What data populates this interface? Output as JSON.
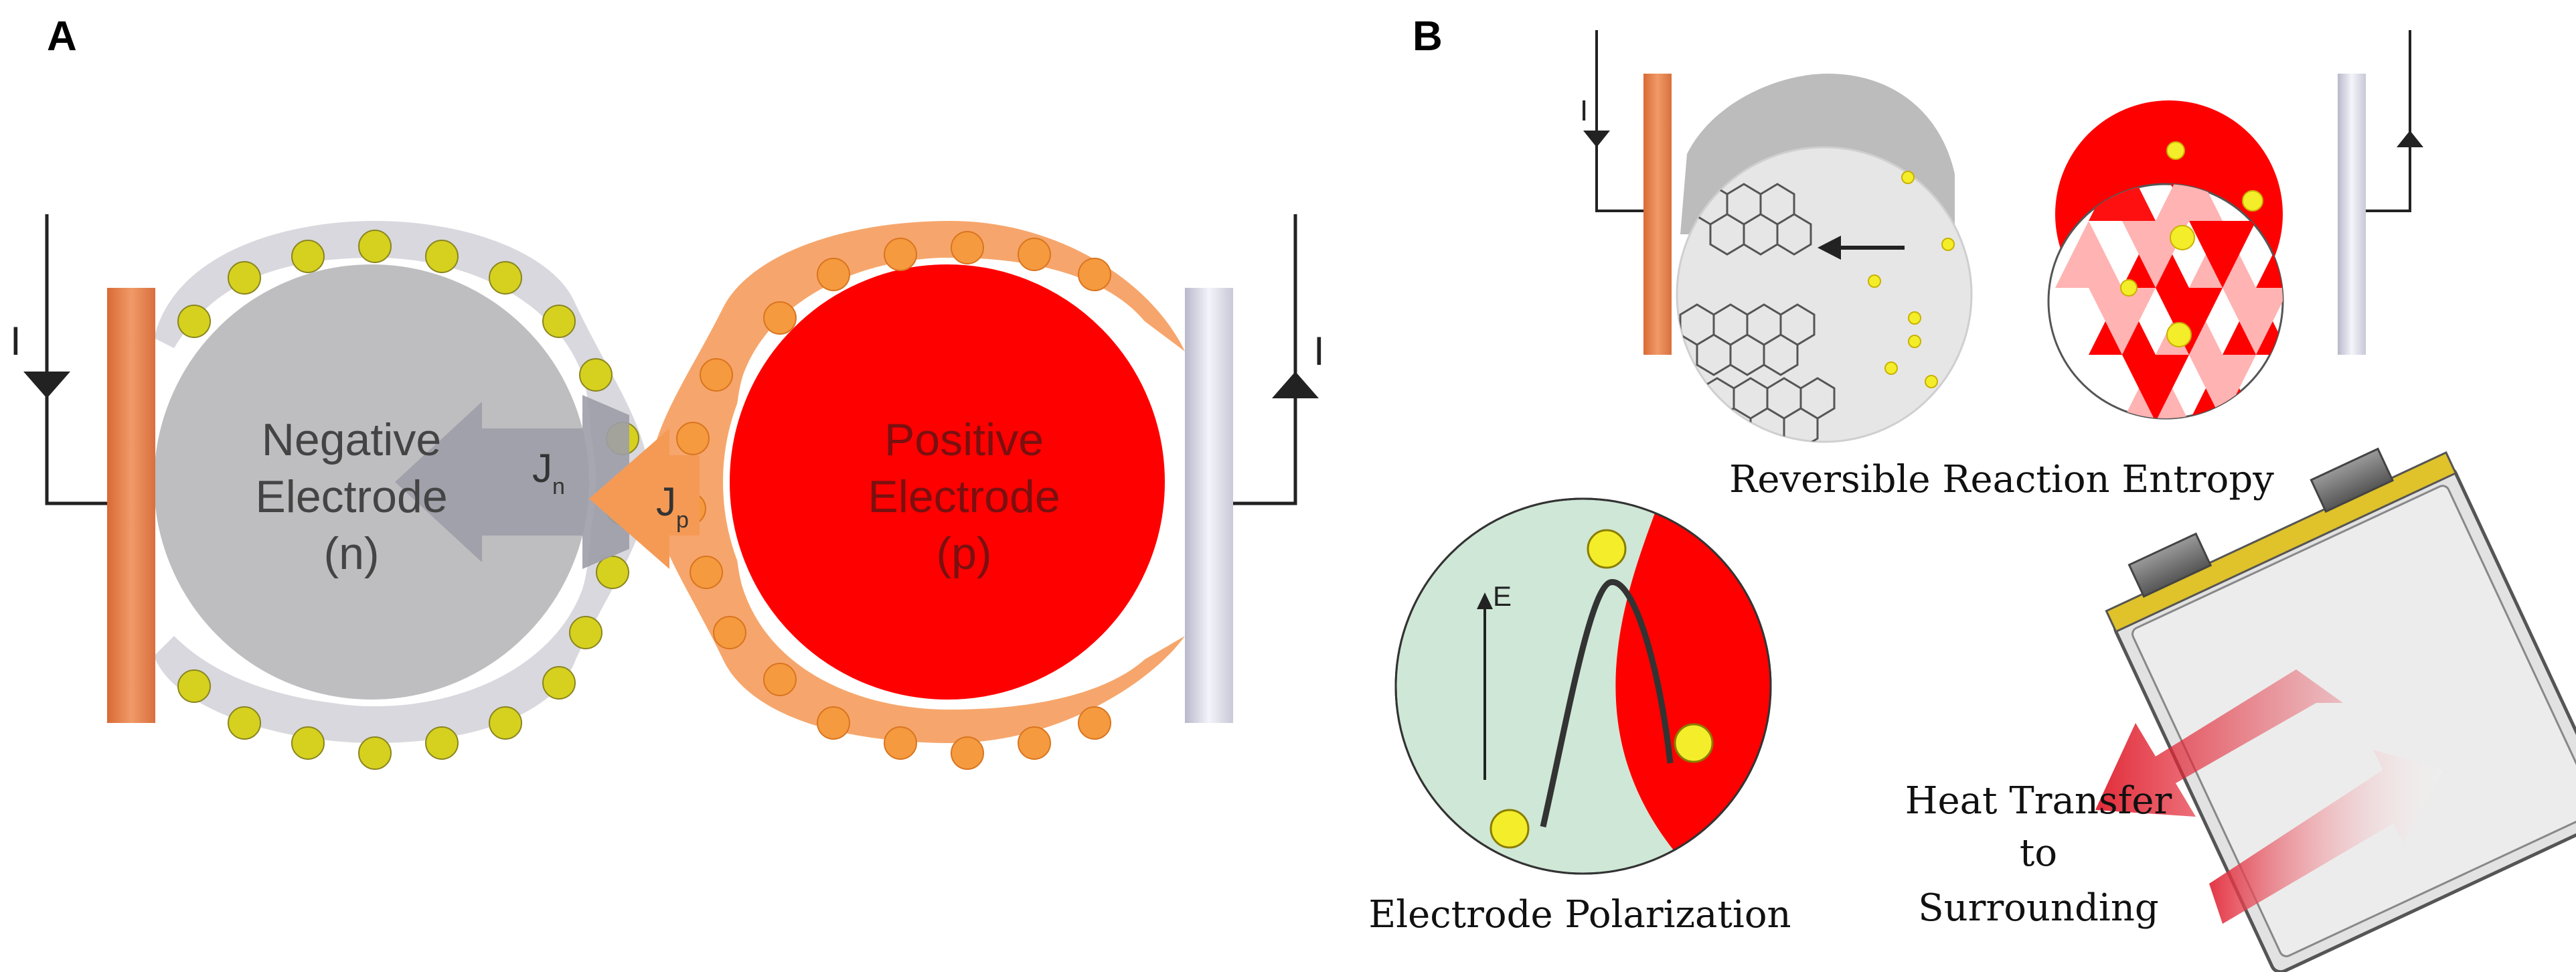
{
  "panels": {
    "a": {
      "letter": "A",
      "negative_electrode": {
        "line1": "Negative",
        "line2": "Electrode",
        "line3": "(n)"
      },
      "positive_electrode": {
        "line1": "Positive",
        "line2": "Electrode",
        "line3": "(p)"
      },
      "flux_n": {
        "symbol": "J",
        "sub": "n"
      },
      "flux_p": {
        "symbol": "J",
        "sub": "p"
      },
      "current_left": "I",
      "current_right": "I"
    },
    "b": {
      "letter": "B",
      "current_label": "I",
      "reversible_caption": "Reversible Reaction Entropy",
      "polarization_caption": "Electrode Polarization",
      "field_label": "E",
      "heat_caption": {
        "line1": "Heat Transfer",
        "line2": "to",
        "line3": "Surrounding"
      }
    }
  },
  "colors": {
    "negative_electrode": "#bebec0",
    "positive_electrode": "#ff0000",
    "particle": "#d6d11e",
    "orange_halo": "#f5a76d",
    "grey_halo": "#d9d9df",
    "copper_collector": "#e0804a",
    "aluminum_collector": "#dadae6",
    "polarization_bg": "#cfe7d6"
  }
}
